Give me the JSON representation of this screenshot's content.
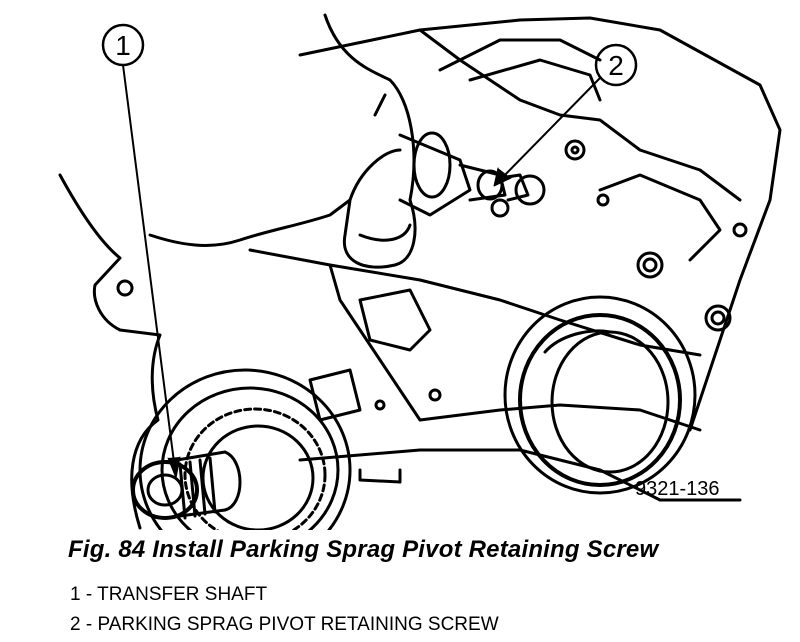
{
  "figure": {
    "callouts": [
      {
        "number": "1",
        "label": "TRANSFER SHAFT"
      },
      {
        "number": "2",
        "label": "PARKING SPRAG PIVOT RETAINING SCREW"
      }
    ],
    "figure_id": "9321-136"
  },
  "caption": "Fig. 84 Install Parking Sprag Pivot Retaining Screw",
  "legend": [
    "1 - TRANSFER SHAFT",
    "2 - PARKING SPRAG PIVOT RETAINING SCREW"
  ]
}
